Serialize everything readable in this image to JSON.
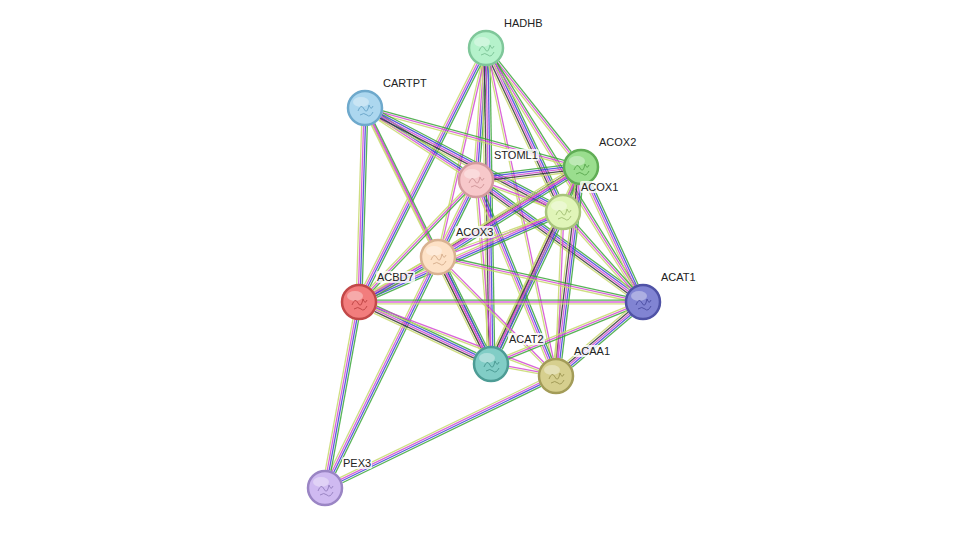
{
  "diagram": {
    "nodes": [
      {
        "text": [
          "HADHB"
        ]
      },
      {
        "text": [
          "CARTPT"
        ]
      },
      {
        "text": [
          "STOML1"
        ]
      },
      {
        "text": [
          "ACOX2"
        ]
      },
      {
        "text": [
          "ACOX1"
        ]
      },
      {
        "text": [
          "ACOX3"
        ]
      },
      {
        "text": [
          "ACBD7"
        ]
      },
      {
        "text": [
          "ACAT1"
        ]
      },
      {
        "text": [
          "ACAT2"
        ]
      },
      {
        "text": [
          "ACAA1"
        ]
      },
      {
        "text": [
          "PEX3"
        ]
      }
    ],
    "edges": [
      {
        "from": 0,
        "to": 2,
        "arrow": "none"
      },
      {
        "from": 0,
        "to": 3,
        "arrow": "none"
      },
      {
        "from": 0,
        "to": 4,
        "arrow": "none"
      },
      {
        "from": 0,
        "to": 5,
        "arrow": "none"
      },
      {
        "from": 0,
        "to": 6,
        "arrow": "none"
      },
      {
        "from": 0,
        "to": 7,
        "arrow": "none"
      },
      {
        "from": 0,
        "to": 8,
        "arrow": "none"
      },
      {
        "from": 0,
        "to": 9,
        "arrow": "none"
      },
      {
        "from": 1,
        "to": 2,
        "arrow": "none"
      },
      {
        "from": 1,
        "to": 3,
        "arrow": "none"
      },
      {
        "from": 1,
        "to": 4,
        "arrow": "none"
      },
      {
        "from": 1,
        "to": 5,
        "arrow": "none"
      },
      {
        "from": 1,
        "to": 6,
        "arrow": "none"
      },
      {
        "from": 1,
        "to": 8,
        "arrow": "none"
      },
      {
        "from": 2,
        "to": 3,
        "arrow": "none"
      },
      {
        "from": 2,
        "to": 4,
        "arrow": "none"
      },
      {
        "from": 2,
        "to": 5,
        "arrow": "none"
      },
      {
        "from": 2,
        "to": 6,
        "arrow": "none"
      },
      {
        "from": 2,
        "to": 7,
        "arrow": "none"
      },
      {
        "from": 2,
        "to": 8,
        "arrow": "none"
      },
      {
        "from": 2,
        "to": 9,
        "arrow": "none"
      },
      {
        "from": 3,
        "to": 4,
        "arrow": "none"
      },
      {
        "from": 3,
        "to": 5,
        "arrow": "none"
      },
      {
        "from": 3,
        "to": 6,
        "arrow": "none"
      },
      {
        "from": 3,
        "to": 7,
        "arrow": "none"
      },
      {
        "from": 3,
        "to": 8,
        "arrow": "none"
      },
      {
        "from": 3,
        "to": 9,
        "arrow": "none"
      },
      {
        "from": 4,
        "to": 5,
        "arrow": "none"
      },
      {
        "from": 4,
        "to": 6,
        "arrow": "none"
      },
      {
        "from": 4,
        "to": 7,
        "arrow": "none"
      },
      {
        "from": 4,
        "to": 8,
        "arrow": "none"
      },
      {
        "from": 4,
        "to": 9,
        "arrow": "none"
      },
      {
        "from": 5,
        "to": 6,
        "arrow": "none"
      },
      {
        "from": 5,
        "to": 7,
        "arrow": "none"
      },
      {
        "from": 5,
        "to": 8,
        "arrow": "none"
      },
      {
        "from": 5,
        "to": 9,
        "arrow": "none"
      },
      {
        "from": 5,
        "to": 10,
        "arrow": "none"
      },
      {
        "from": 6,
        "to": 7,
        "arrow": "none"
      },
      {
        "from": 6,
        "to": 8,
        "arrow": "none"
      },
      {
        "from": 6,
        "to": 9,
        "arrow": "none"
      },
      {
        "from": 6,
        "to": 10,
        "arrow": "none"
      },
      {
        "from": 7,
        "to": 8,
        "arrow": "none"
      },
      {
        "from": 7,
        "to": 9,
        "arrow": "none"
      },
      {
        "from": 8,
        "to": 9,
        "arrow": "none"
      },
      {
        "from": 9,
        "to": 10,
        "arrow": "none"
      }
    ]
  }
}
